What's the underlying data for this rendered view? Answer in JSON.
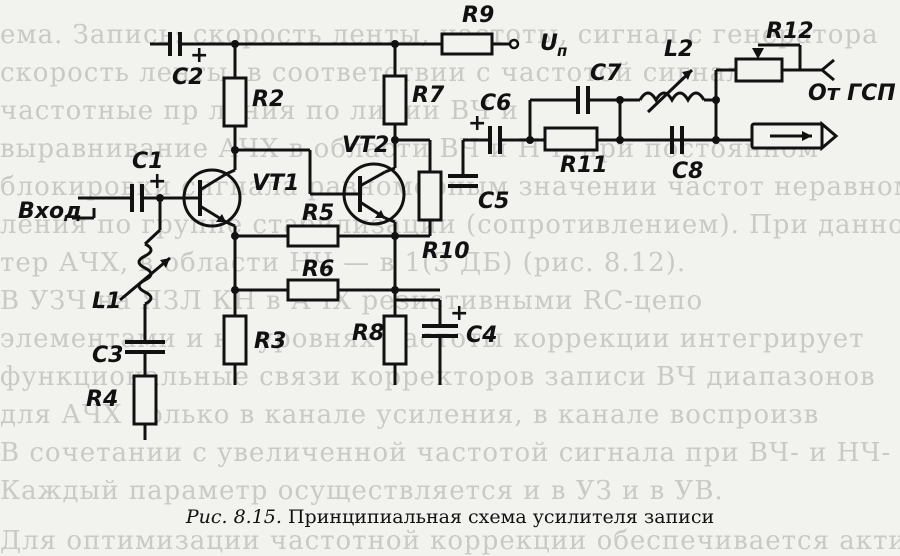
{
  "background_text": [
    "ема. Запись: скорость ленты, частоты, сигнал с генератора",
    "скорость ленты, в соответствии с частотой сигнала",
    "частотные пр    ления по линии ВЧ и",
    "выравнивание АЧХ в области ВЧ и НЧ, при      постоянном",
    "блокировки сигнала равномерным      значении частот неравномерн",
    "ления по группе     стабилизации     (сопротивлением). При данной про",
    "тер АЧХ, в области НЧ — в 1(3 ДБ)   (рис. 8.12).",
    "В УЗЧ на    ЯЗЛ    КН в АЧХ    резистивными RC-цепо",
    "элементами    и    на уровнях частоты    коррекции интегрирует",
    "функциональные связи    корректоров    записи    ВЧ    диапазонов",
    "для АЧХ только в канале    усиления, в канале воспроизв",
    "В сочетании с увеличенной частотой сигнала при ВЧ- и НЧ-",
    "Каждый параметр осуществляется и в УЗ и в УВ.",
    "Для оптимизации частотной коррекции обеспечивается активный"
  ],
  "labels": {
    "r9": "R9",
    "up": "U",
    "up_sub": "п",
    "c2": "C2",
    "r2": "R2",
    "r7": "R7",
    "c6": "C6",
    "c7": "C7",
    "l2": "L2",
    "r12": "R12",
    "ot_gsp": "От ГСП",
    "c1": "C1",
    "vt1": "VT1",
    "vt2": "VT2",
    "r11": "R11",
    "c8": "C8",
    "vhod": "Вход",
    "r5": "R5",
    "c5": "C5",
    "r10": "R10",
    "l1": "L1",
    "r6": "R6",
    "r3": "R3",
    "r8": "R8",
    "c4": "C4",
    "c3": "C3",
    "r4": "R4",
    "plus": "+"
  },
  "caption": {
    "prefix": "Рис. 8.15.",
    "text": "Принципиальная схема усилителя записи"
  }
}
